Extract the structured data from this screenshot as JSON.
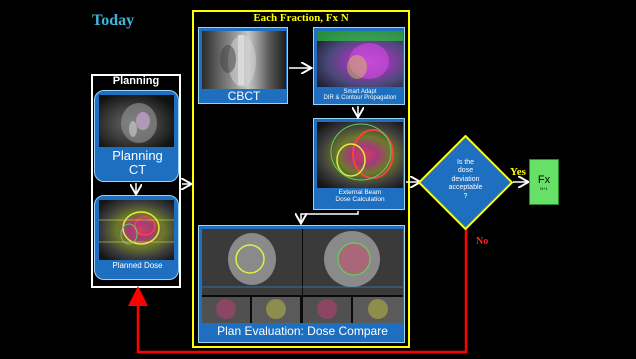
{
  "title": "Today",
  "planning": {
    "heading": "Planning",
    "ct_label_1": "Planning",
    "ct_label_2": "CT",
    "dose_label": "Planned Dose"
  },
  "fraction": {
    "heading": "Each Fraction, Fx N",
    "cbct_label": "CBCT",
    "smart_adapt_1": "Smart Adapt",
    "smart_adapt_2": "DIR & Contour Propagation",
    "ext_beam_1": "External Beam",
    "ext_beam_2": "Dose Calculation",
    "plan_eval": "Plan Evaluation: Dose Compare"
  },
  "decision": {
    "question_1": "Is the",
    "question_2": "dose",
    "question_3": "deviation",
    "question_4": "acceptable",
    "question_5": "?",
    "yes": "Yes",
    "no": "No"
  },
  "next": {
    "label": "Fx",
    "sub": "N+1"
  },
  "colors": {
    "background": "#000000",
    "card_blue": "#1e6fc0",
    "fraction_border": "#ffff00",
    "decision_fill": "#1e6fc0",
    "decision_border": "#ffff00",
    "yes_text": "#ffff00",
    "no_text": "#ff2020",
    "feedback_arrow": "#ff0000",
    "next_fill": "#66e066",
    "title_cyan": "#3fb6d8"
  }
}
